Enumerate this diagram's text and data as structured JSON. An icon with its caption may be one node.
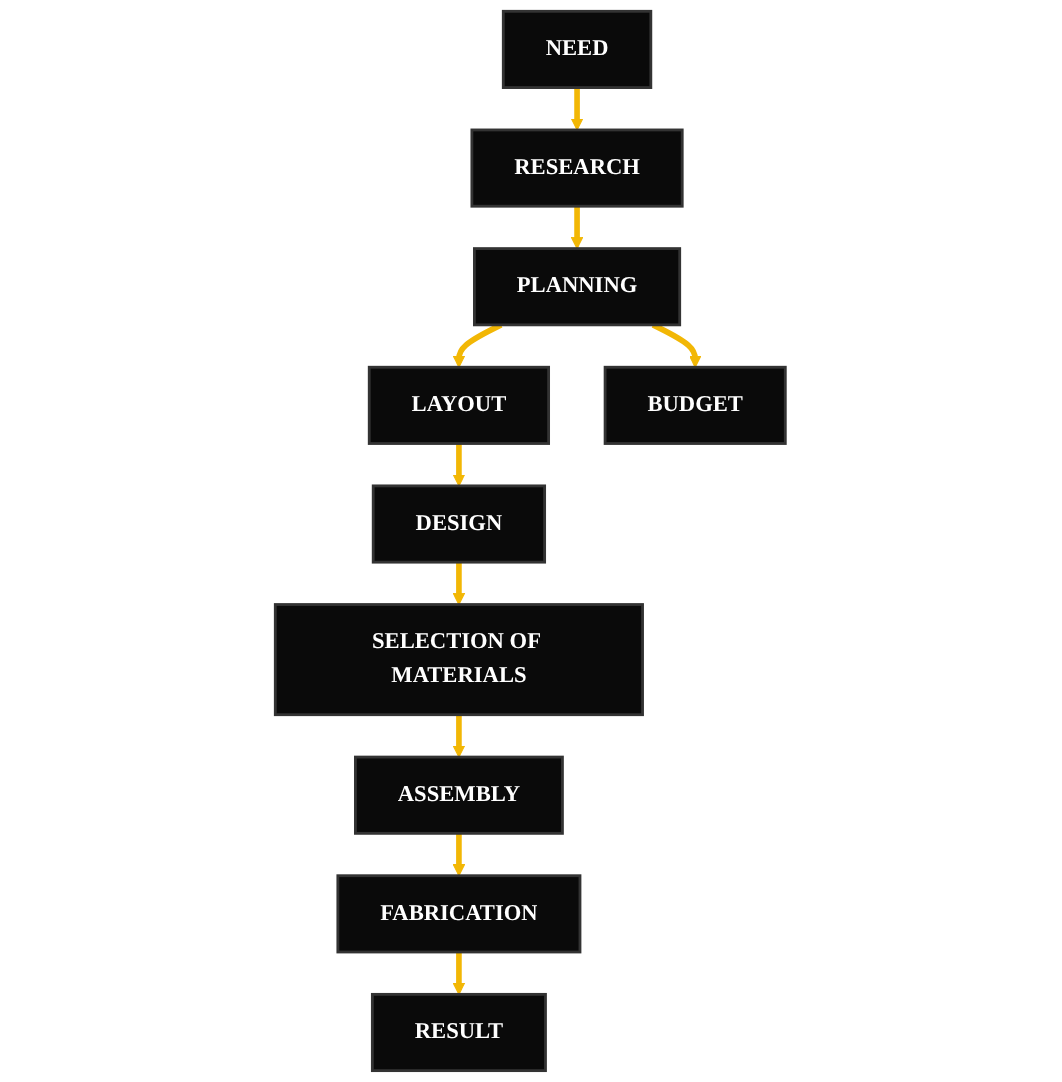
{
  "diagram": {
    "nodes": [
      {
        "text": [
          "NEED"
        ]
      },
      {
        "text": [
          "RESEARCH"
        ]
      },
      {
        "text": [
          "PLANNING"
        ]
      },
      {
        "text": [
          "LAYOUT"
        ]
      },
      {
        "text": [
          "BUDGET"
        ]
      },
      {
        "text": [
          "DESIGN"
        ]
      },
      {
        "text": [
          "SELECTION OF MATERIALS"
        ]
      },
      {
        "text": [
          "ASSEMBLY"
        ]
      },
      {
        "text": [
          "FABRICATION"
        ]
      },
      {
        "text": [
          "RESULT"
        ]
      }
    ],
    "edges": [
      {
        "from": 0,
        "to": 1,
        "arrow": "to"
      },
      {
        "from": 1,
        "to": 2,
        "arrow": "to"
      },
      {
        "from": 2,
        "to": 3,
        "arrow": "to"
      },
      {
        "from": 2,
        "to": 4,
        "arrow": "to"
      },
      {
        "from": 3,
        "to": 5,
        "arrow": "to"
      },
      {
        "from": 5,
        "to": 6,
        "arrow": "to"
      },
      {
        "from": 6,
        "to": 7,
        "arrow": "to"
      },
      {
        "from": 7,
        "to": 8,
        "arrow": "to"
      },
      {
        "from": 8,
        "to": 9,
        "arrow": "to"
      }
    ]
  }
}
